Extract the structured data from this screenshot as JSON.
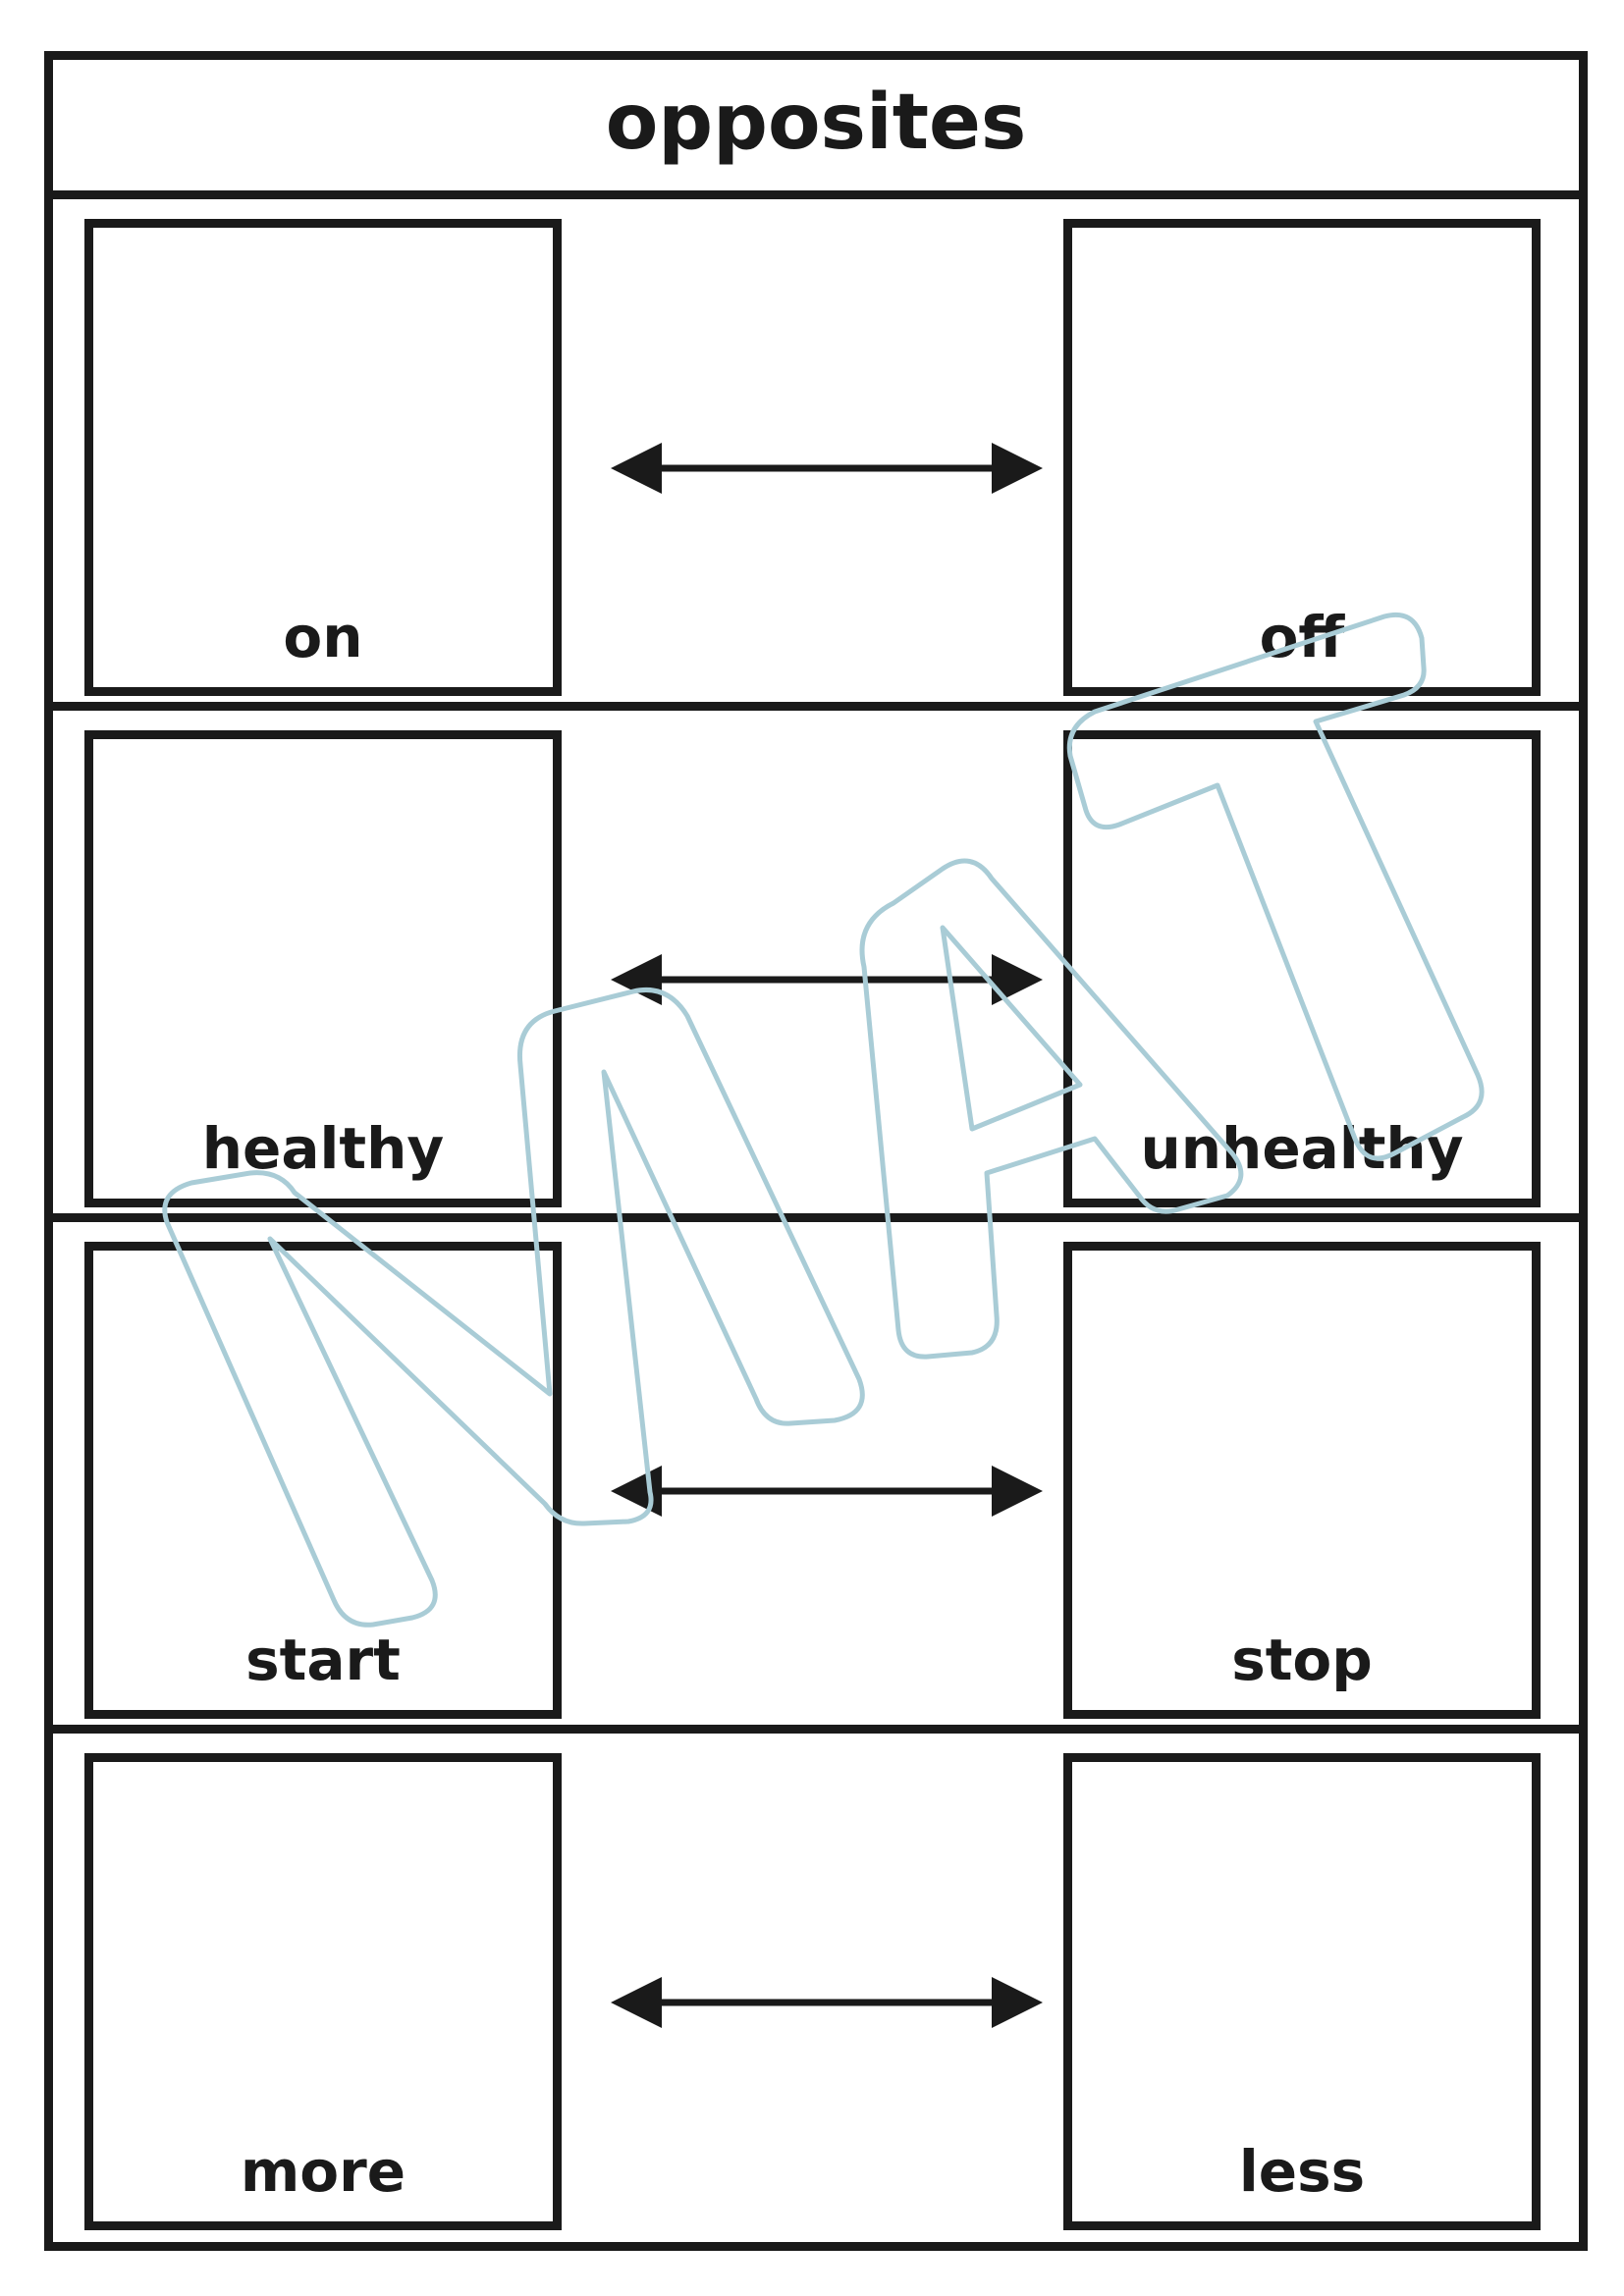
{
  "title": "opposites",
  "pairs": [
    {
      "left": "on",
      "right": "off"
    },
    {
      "left": "healthy",
      "right": "unhealthy"
    },
    {
      "left": "start",
      "right": "stop"
    },
    {
      "left": "more",
      "right": "less"
    }
  ],
  "watermark": {
    "text": "MAT",
    "color": "#a9ccd6"
  },
  "colors": {
    "ink": "#1a1a1a",
    "paper": "#ffffff"
  },
  "icons": {
    "pair_connector": "double-arrow-icon"
  }
}
